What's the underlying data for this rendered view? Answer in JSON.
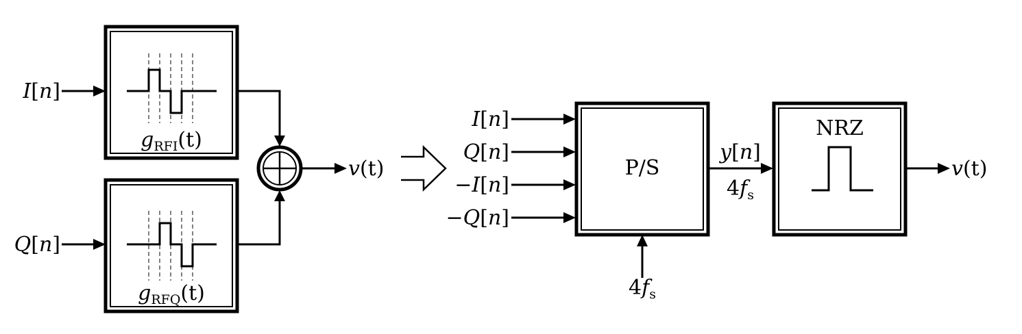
{
  "left_diagram": {
    "inputs": {
      "top": {
        "var": "I",
        "idx": "n"
      },
      "bottom": {
        "var": "Q",
        "idx": "n"
      }
    },
    "filters": {
      "top": {
        "g": "g",
        "sub": "RFI",
        "arg": "(t)"
      },
      "bottom": {
        "g": "g",
        "sub": "RFQ",
        "arg": "(t)"
      }
    },
    "output": {
      "var": "v",
      "arg": "(t)"
    }
  },
  "right_diagram": {
    "inputs": [
      {
        "sign": "",
        "var": "I",
        "idx": "n"
      },
      {
        "sign": "",
        "var": "Q",
        "idx": "n"
      },
      {
        "sign": "−",
        "var": "I",
        "idx": "n"
      },
      {
        "sign": "−",
        "var": "Q",
        "idx": "n"
      }
    ],
    "ps_block": {
      "label": "P/S"
    },
    "clock": {
      "coef": "4",
      "f": "f",
      "sub": "s"
    },
    "mid_signal": {
      "var": "y",
      "idx": "n",
      "rate_coef": "4",
      "rate_f": "f",
      "rate_sub": "s"
    },
    "nrz_block": {
      "label": "NRZ"
    },
    "output": {
      "var": "v",
      "arg": "(t)"
    }
  }
}
